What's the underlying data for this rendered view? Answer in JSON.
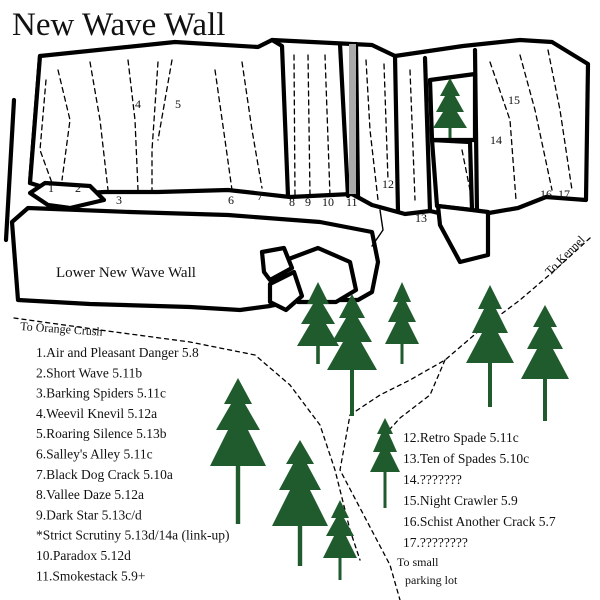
{
  "title": "New Wave Wall",
  "labels": {
    "lower_wall": "Lower New Wave Wall",
    "to_orange_crush": "To Orange Crush",
    "to_kennel": "To Kennel",
    "to_parking_line1": "To small",
    "to_parking_line2": "parking lot"
  },
  "route_numbers": [
    "1",
    "2",
    "3",
    "4",
    "5",
    "6",
    "7",
    "8",
    "9",
    "10",
    "11",
    "12",
    "13",
    "14",
    "15",
    "16",
    "17"
  ],
  "routes": [
    "1.Air and Pleasant Danger 5.8",
    "2.Short Wave 5.11b",
    "3.Barking Spiders 5.11c",
    "4.Weevil Knevil 5.12a",
    "5.Roaring Silence 5.13b",
    "6.Salley's Alley 5.11c",
    "7.Black Dog Crack 5.10a",
    "8.Vallee Daze 5.12a",
    "9.Dark Star 5.13c/d",
    "*Strict Scrutiny 5.13d/14a (link-up)",
    "10.Paradox 5.12d",
    "11.Smokestack 5.9+",
    "12.Retro Spade 5.11c",
    "13.Ten of Spades 5.10c",
    "14.???????",
    "15.Night Crawler 5.9",
    "16.Schist Another Crack 5.7",
    "17.????????"
  ],
  "colors": {
    "tree": "#1f5b2c",
    "rock_outline": "#000000",
    "background": "#ffffff"
  }
}
